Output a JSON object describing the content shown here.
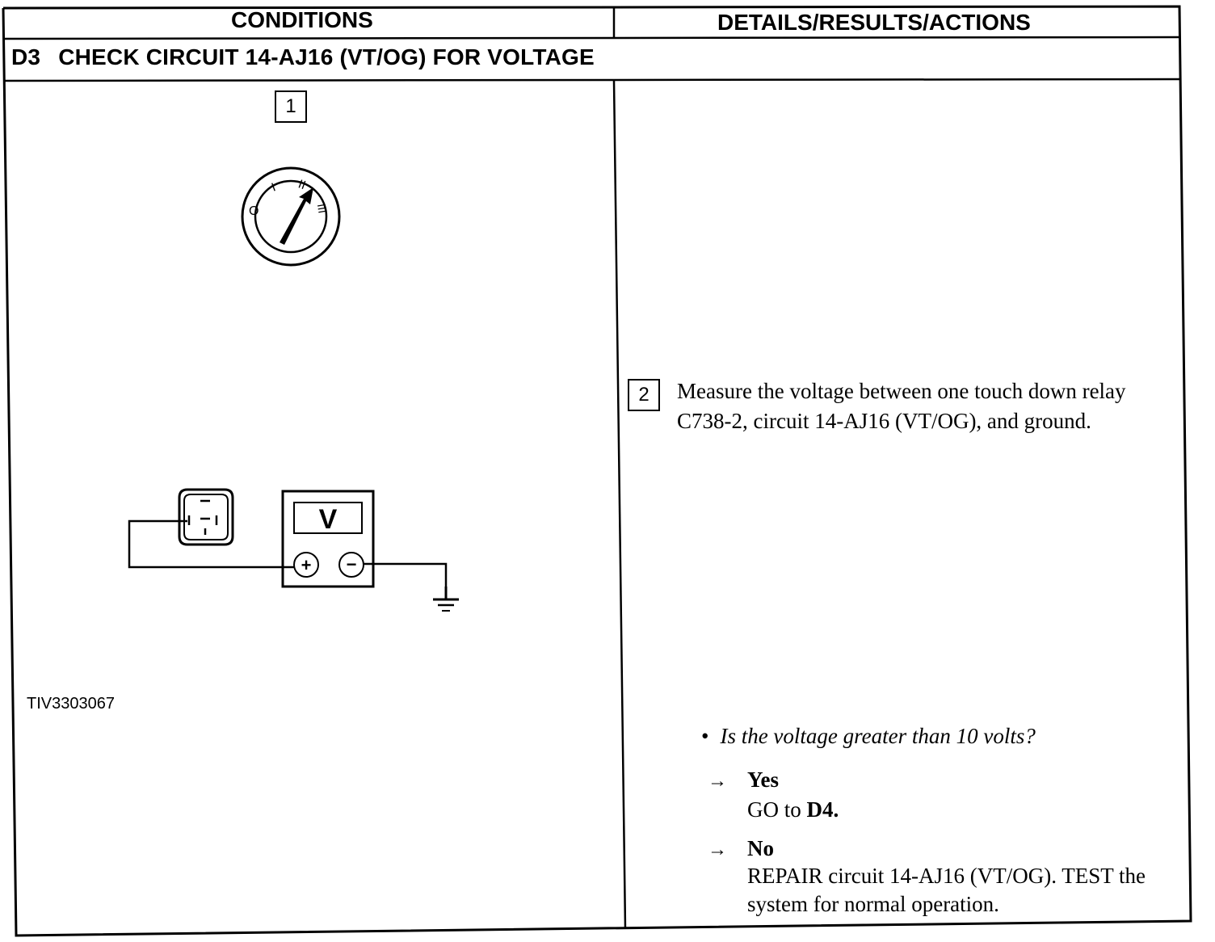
{
  "table": {
    "col_conditions": "CONDITIONS",
    "col_details": "DETAILS/RESULTS/ACTIONS",
    "section_number": "D3",
    "section_title": "CHECK CIRCUIT 14-AJ16 (VT/OG) FOR VOLTAGE"
  },
  "conditions": {
    "step1_number": "1",
    "ignition_positions": [
      "O",
      "I",
      "II",
      "III"
    ],
    "meter_display": "V",
    "meter_plus": "+",
    "meter_minus": "−",
    "figure_ref": "TIV3303067"
  },
  "details": {
    "step2_number": "2",
    "step2_text": "Measure the voltage between one touch down relay C738-2, circuit 14-AJ16 (VT/OG), and ground.",
    "question": "Is the voltage greater than 10 volts?",
    "yes_label": "Yes",
    "yes_action_prefix": "GO to",
    "yes_action_target": "D4.",
    "no_label": "No",
    "no_action": "REPAIR circuit 14-AJ16 (VT/OG). TEST the system for normal operation.",
    "arrow": "→"
  }
}
